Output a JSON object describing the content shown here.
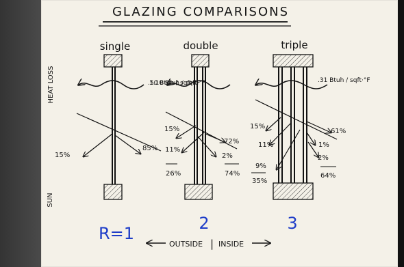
{
  "title": "GLAZING COMPARISONS",
  "axis_labels": {
    "heat_loss": "HEAT LOSS",
    "sun": "SUN"
  },
  "columns": [
    {
      "label": "single",
      "heat_loss": "1.10 Btuh / sqft·°F",
      "sun_left": "15%",
      "sun_right": "85%",
      "r_value": "R=1"
    },
    {
      "label": "double",
      "heat_loss": ".50 Btuh / sqft·°F",
      "sun_left_1": "15%",
      "sun_left_2": "11%",
      "sun_left_total": "26%",
      "sun_right_1": "72%",
      "sun_right_2": "2%",
      "sun_right_total": "74%",
      "r_value": "2"
    },
    {
      "label": "triple",
      "heat_loss": ".31 Btuh / sqft·°F",
      "sun_left_1": "15%",
      "sun_left_2": "11%",
      "sun_left_3": "9%",
      "sun_left_total": "35%",
      "sun_right_1": "61%",
      "sun_right_2": "1%",
      "sun_right_3": "2%",
      "sun_right_total": "64%",
      "r_value": "3"
    }
  ],
  "footer": {
    "outside": "OUTSIDE",
    "divider": "|",
    "inside": "INSIDE"
  }
}
